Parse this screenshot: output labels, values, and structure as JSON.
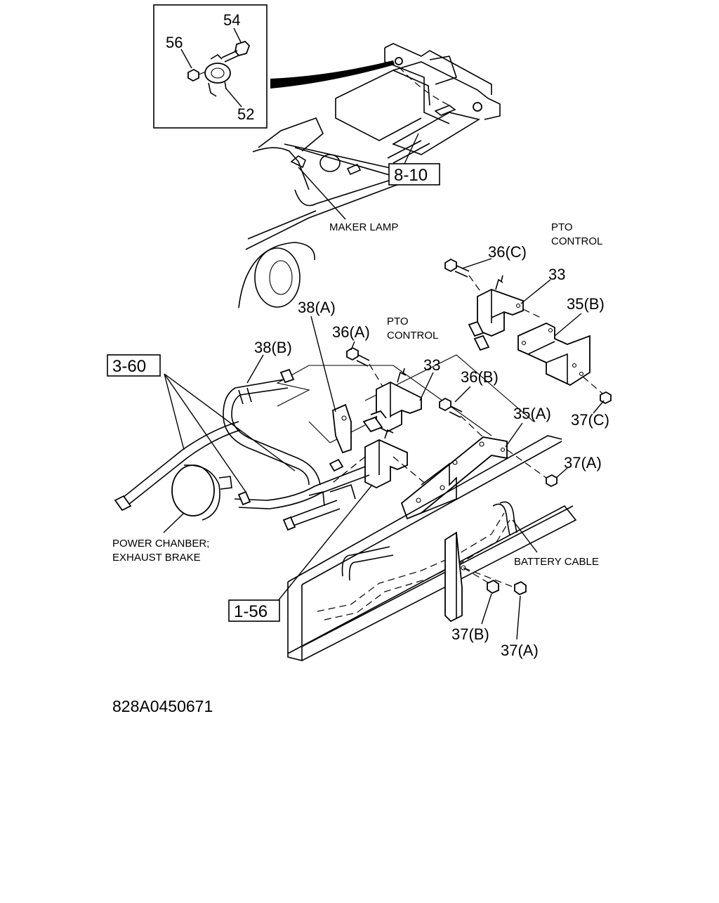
{
  "inset": {
    "labels": [
      "54",
      "56",
      "52"
    ]
  },
  "refs": {
    "r810": "8-10",
    "r360": "3-60",
    "r156": "1-56"
  },
  "captions": {
    "maker_lamp": "MAKER LAMP",
    "pto_top_1": "PTO",
    "pto_top_2": "CONTROL",
    "pto_mid_1": "PTO",
    "pto_mid_2": "CONTROL",
    "power_1": "POWER CHANBER;",
    "power_2": "EXHAUST BRAKE",
    "battery": "BATTERY CABLE"
  },
  "parts": {
    "p36c": "36(C)",
    "p33a": "33",
    "p35b": "35(B)",
    "p38a": "38(A)",
    "p36a": "36(A)",
    "p38b": "38(B)",
    "p33b": "33",
    "p36b": "36(B)",
    "p35a": "35(A)",
    "p37c": "37(C)",
    "p37a1": "37(A)",
    "p37b": "37(B)",
    "p37a2": "37(A)"
  },
  "drawing_code": "828A0450671"
}
